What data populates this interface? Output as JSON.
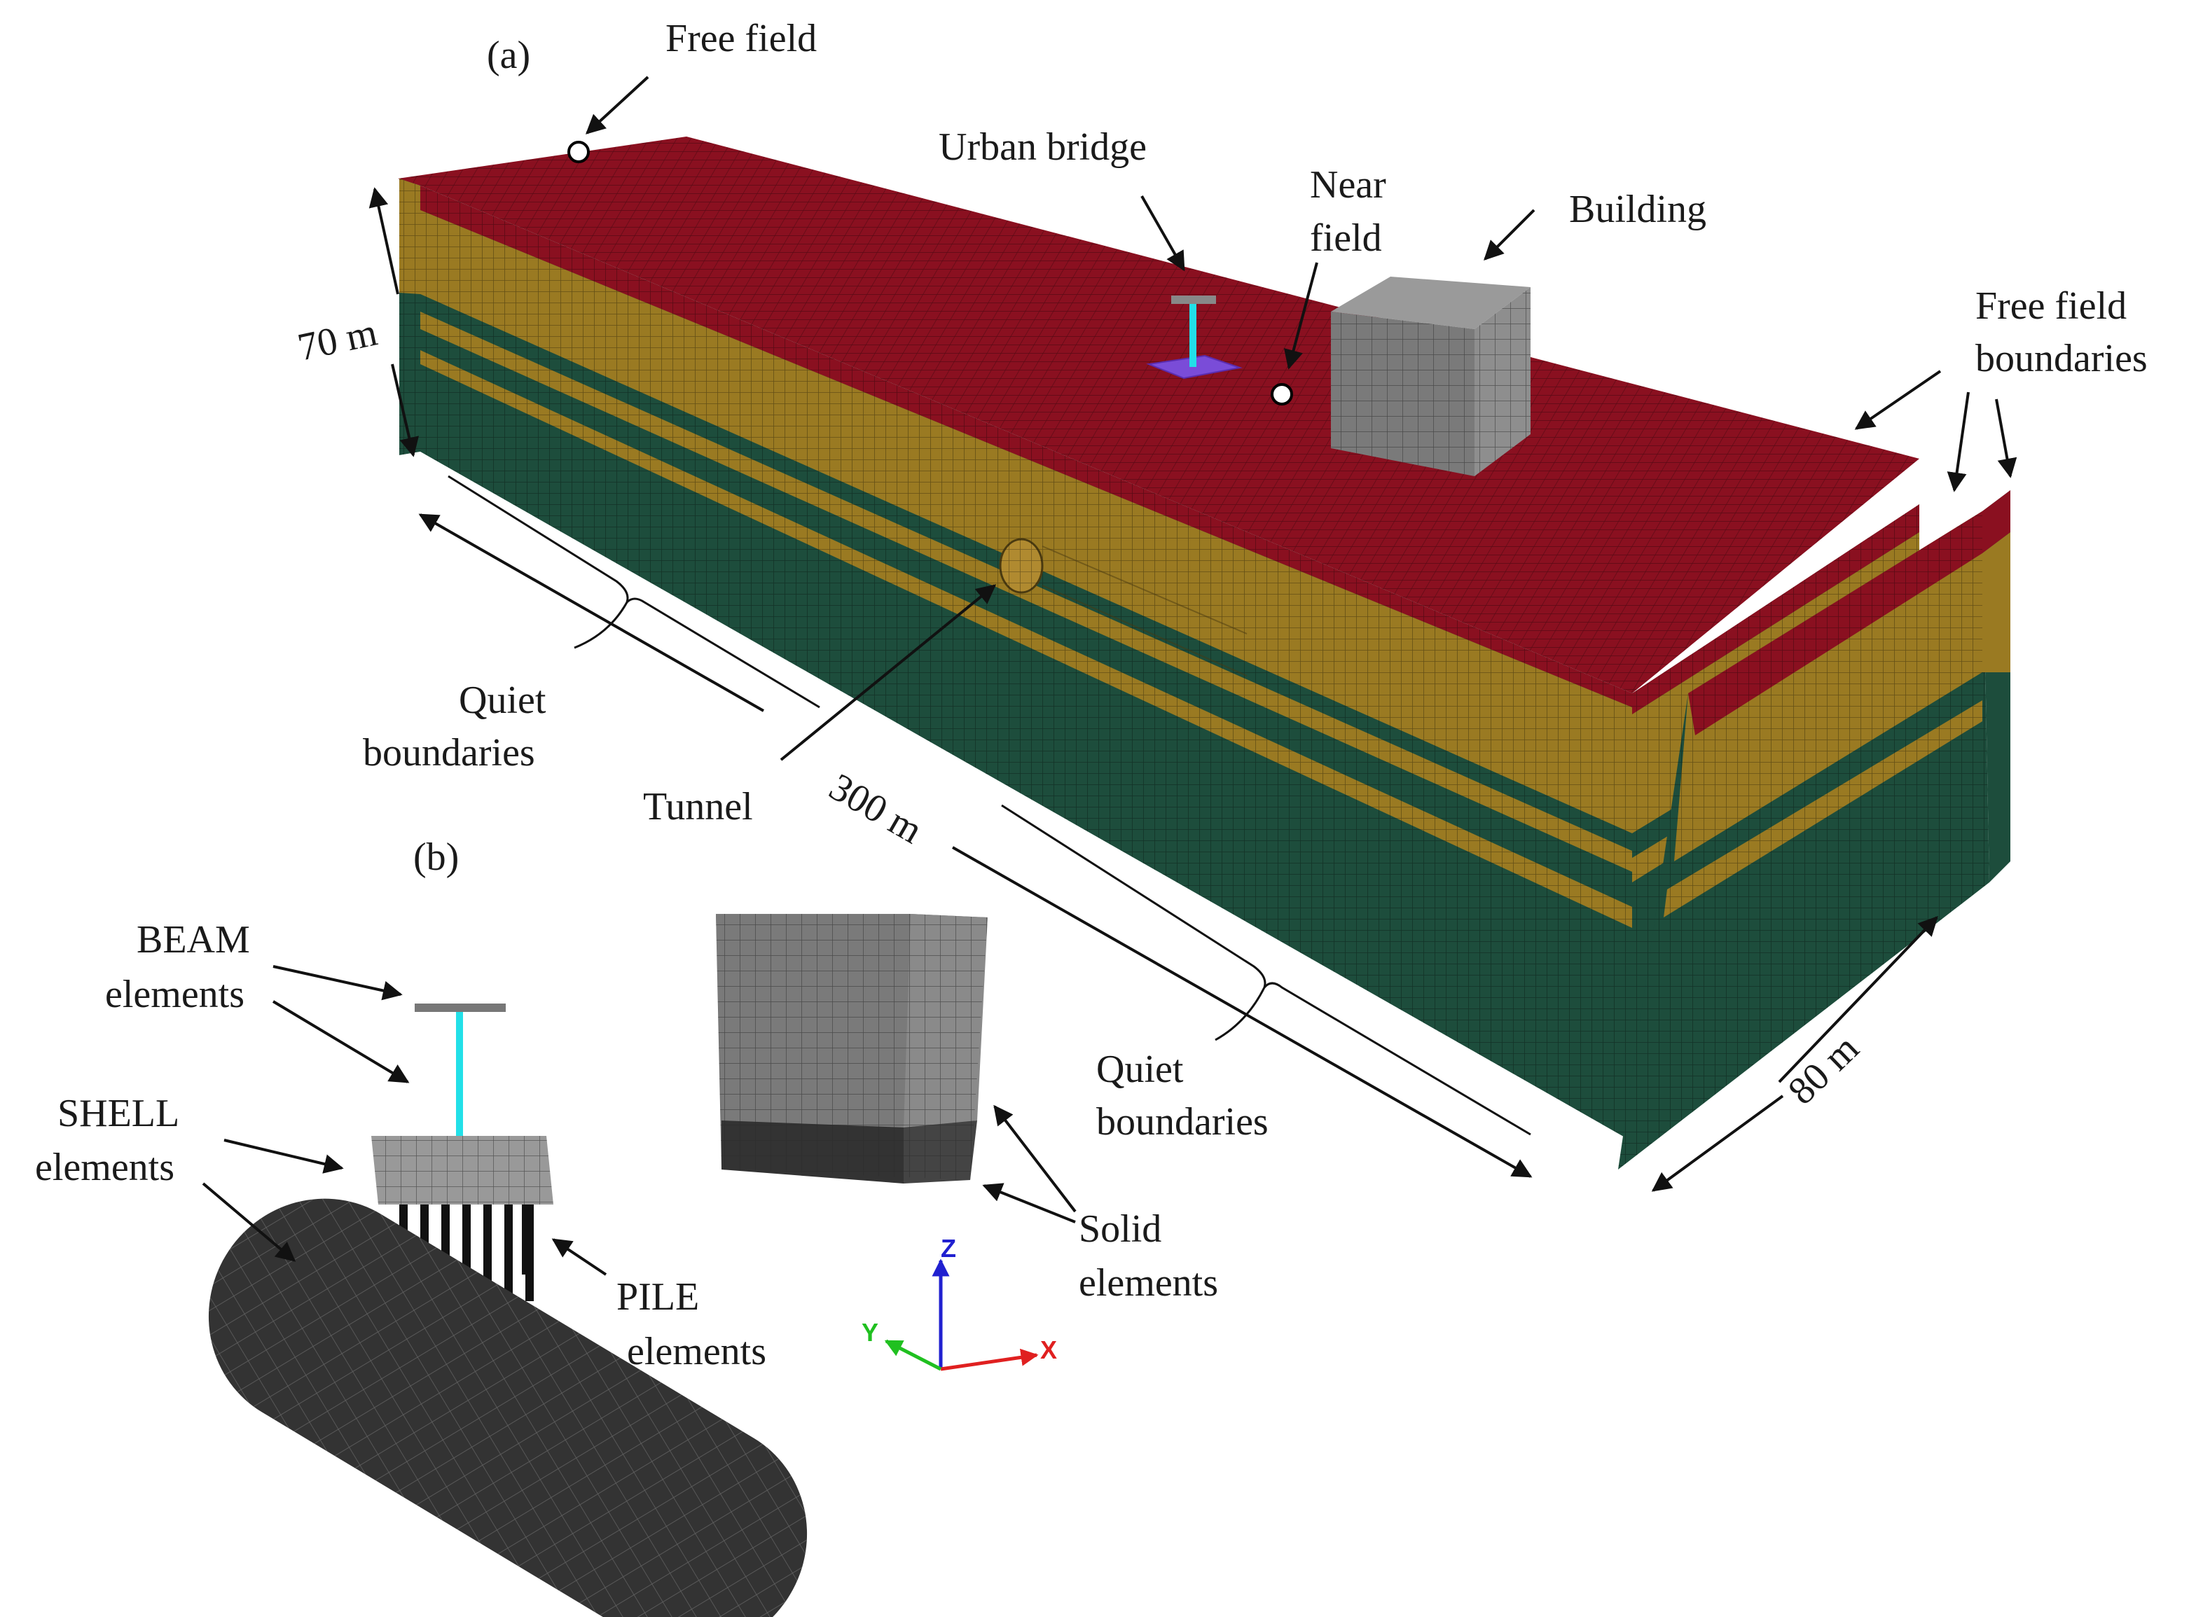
{
  "panels": {
    "a": "(a)",
    "b": "(b)"
  },
  "labels": {
    "free_field": "Free field",
    "urban_bridge": "Urban bridge",
    "near_field_1": "Near",
    "near_field_2": "field",
    "building": "Building",
    "free_field_boundaries_1": "Free field",
    "free_field_boundaries_2": "boundaries",
    "height": "70 m",
    "length": "300 m",
    "width": "80 m",
    "quiet_boundaries_left_1": "Quiet",
    "quiet_boundaries_left_2": "boundaries",
    "quiet_boundaries_right_1": "Quiet",
    "quiet_boundaries_right_2": "boundaries",
    "tunnel": "Tunnel",
    "beam_1": "BEAM",
    "beam_2": "elements",
    "shell_1": "SHELL",
    "shell_2": "elements",
    "pile_1": "PILE",
    "pile_2": "elements",
    "solid_1": "Solid",
    "solid_2": "elements"
  },
  "axes": {
    "x": "X",
    "y": "Y",
    "z": "Z"
  },
  "colors": {
    "top_layer": "#8a1020",
    "middle_layer": "#9a7a22",
    "bottom_layer": "#1d4d3c",
    "mesh_grey": "#7a7a7a",
    "dark_grey": "#3a3a3a",
    "beam_cyan": "#22e0e8",
    "footing_purple": "#7a4cd8",
    "axis_x": "#e02020",
    "axis_y": "#20c020",
    "axis_z": "#2020d0"
  }
}
